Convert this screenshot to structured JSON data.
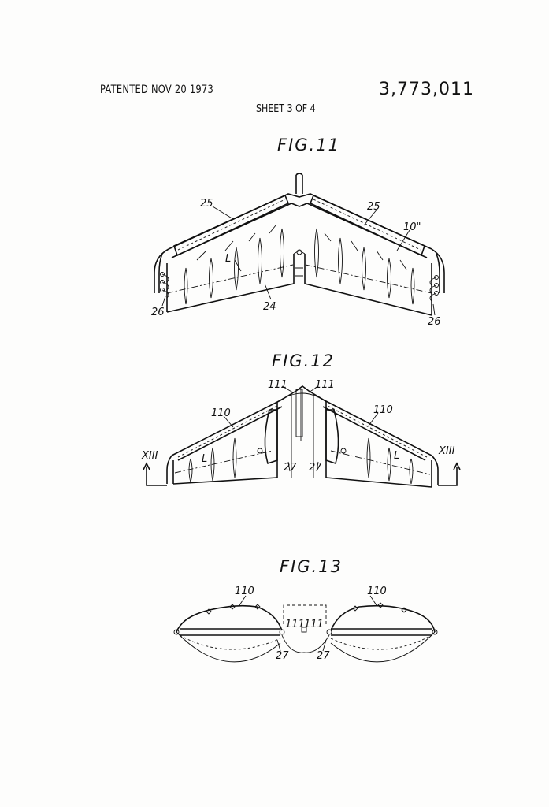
{
  "header": {
    "patented": "PATENTED NOV 20 1973",
    "patent_number": "3,773,011",
    "sheet": "SHEET 3 OF 4"
  },
  "figures": {
    "fig11": {
      "label": "FIG.11",
      "refs": {
        "r25a": "25",
        "r25b": "25",
        "r10": "10\"",
        "rL": "L",
        "r24": "24",
        "r26a": "26",
        "r26b": "26"
      }
    },
    "fig12": {
      "label": "FIG.12",
      "refs": {
        "r111a": "111",
        "r111b": "111",
        "r110a": "110",
        "r110b": "110",
        "rLa": "L",
        "rLb": "L",
        "r27a": "27",
        "r27b": "27",
        "rXIIIa": "XIII",
        "rXIIIb": "XIII"
      }
    },
    "fig13": {
      "label": "FIG.13",
      "refs": {
        "r110a": "110",
        "r110b": "110",
        "r111a": "111",
        "r111b": "111",
        "r27a": "27",
        "r27b": "27"
      }
    }
  }
}
